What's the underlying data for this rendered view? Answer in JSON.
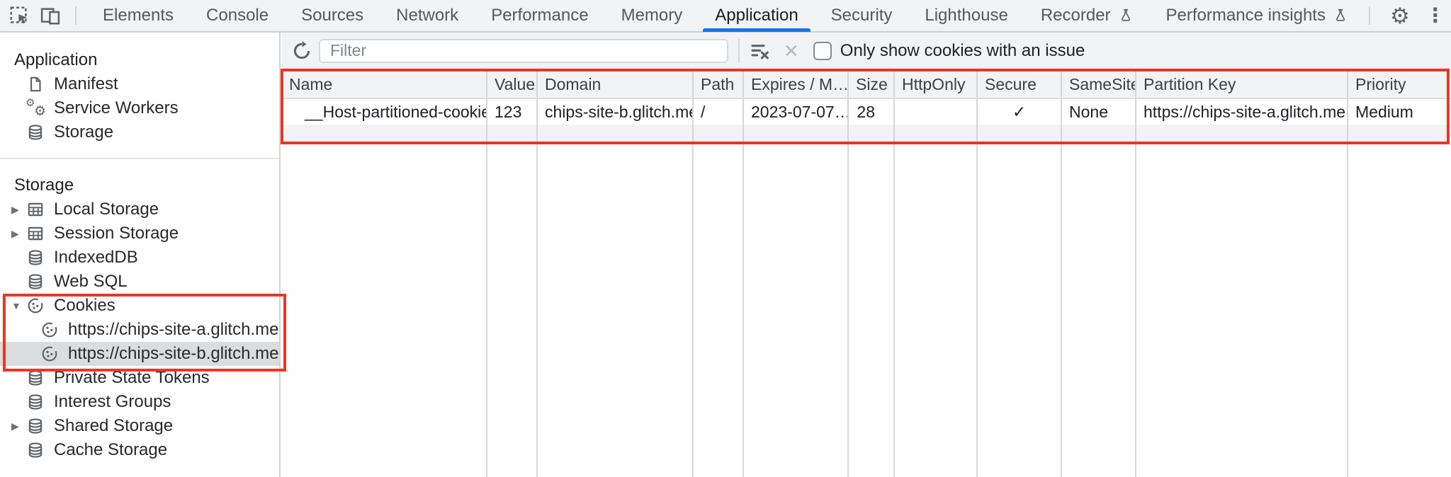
{
  "tabs": [
    {
      "label": "Elements"
    },
    {
      "label": "Console"
    },
    {
      "label": "Sources"
    },
    {
      "label": "Network"
    },
    {
      "label": "Performance"
    },
    {
      "label": "Memory"
    },
    {
      "label": "Application"
    },
    {
      "label": "Security"
    },
    {
      "label": "Lighthouse"
    },
    {
      "label": "Recorder"
    },
    {
      "label": "Performance insights"
    }
  ],
  "sidebar": {
    "app_section_title": "Application",
    "app_items": [
      {
        "label": "Manifest",
        "icon": "document-icon"
      },
      {
        "label": "Service Workers",
        "icon": "gears-icon"
      },
      {
        "label": "Storage",
        "icon": "database-icon"
      }
    ],
    "storage_section_title": "Storage",
    "storage_items": [
      {
        "label": "Local Storage",
        "icon": "table-icon"
      },
      {
        "label": "Session Storage",
        "icon": "table-icon"
      },
      {
        "label": "IndexedDB",
        "icon": "database-icon"
      },
      {
        "label": "Web SQL",
        "icon": "database-icon"
      },
      {
        "label": "Cookies",
        "icon": "cookie-icon"
      },
      {
        "label": "https://chips-site-a.glitch.me",
        "icon": "cookie-icon"
      },
      {
        "label": "https://chips-site-b.glitch.me",
        "icon": "cookie-icon"
      },
      {
        "label": "Private State Tokens",
        "icon": "database-icon"
      },
      {
        "label": "Interest Groups",
        "icon": "database-icon"
      },
      {
        "label": "Shared Storage",
        "icon": "database-icon"
      },
      {
        "label": "Cache Storage",
        "icon": "database-icon"
      }
    ]
  },
  "toolbar": {
    "filter_placeholder": "Filter",
    "issue_checkbox_label": "Only show cookies with an issue",
    "issue_checkbox_checked": false
  },
  "table": {
    "columns": [
      {
        "label": "Name"
      },
      {
        "label": "Value"
      },
      {
        "label": "Domain"
      },
      {
        "label": "Path"
      },
      {
        "label": "Expires / M…"
      },
      {
        "label": "Size"
      },
      {
        "label": "HttpOnly"
      },
      {
        "label": "Secure"
      },
      {
        "label": "SameSite"
      },
      {
        "label": "Partition Key"
      },
      {
        "label": "Priority"
      }
    ],
    "row": {
      "name": "__Host-partitioned-cookie",
      "value": "123",
      "domain": "chips-site-b.glitch.me",
      "path": "/",
      "expires": "2023-07-07…",
      "size": "28",
      "http_only": "",
      "secure": "✓",
      "same_site": "None",
      "partition_key": "https://chips-site-a.glitch.me",
      "priority": "Medium"
    }
  },
  "icons": {
    "collapsed_arrow": "▶",
    "expanded_arrow": "▼",
    "gear": "⚙",
    "more": "⋮",
    "close": "✕",
    "clear": "✕"
  },
  "colors": {
    "accent": "#1a73e8",
    "annotation": "#ee3524",
    "selection_bg": "#dbdcdd"
  }
}
